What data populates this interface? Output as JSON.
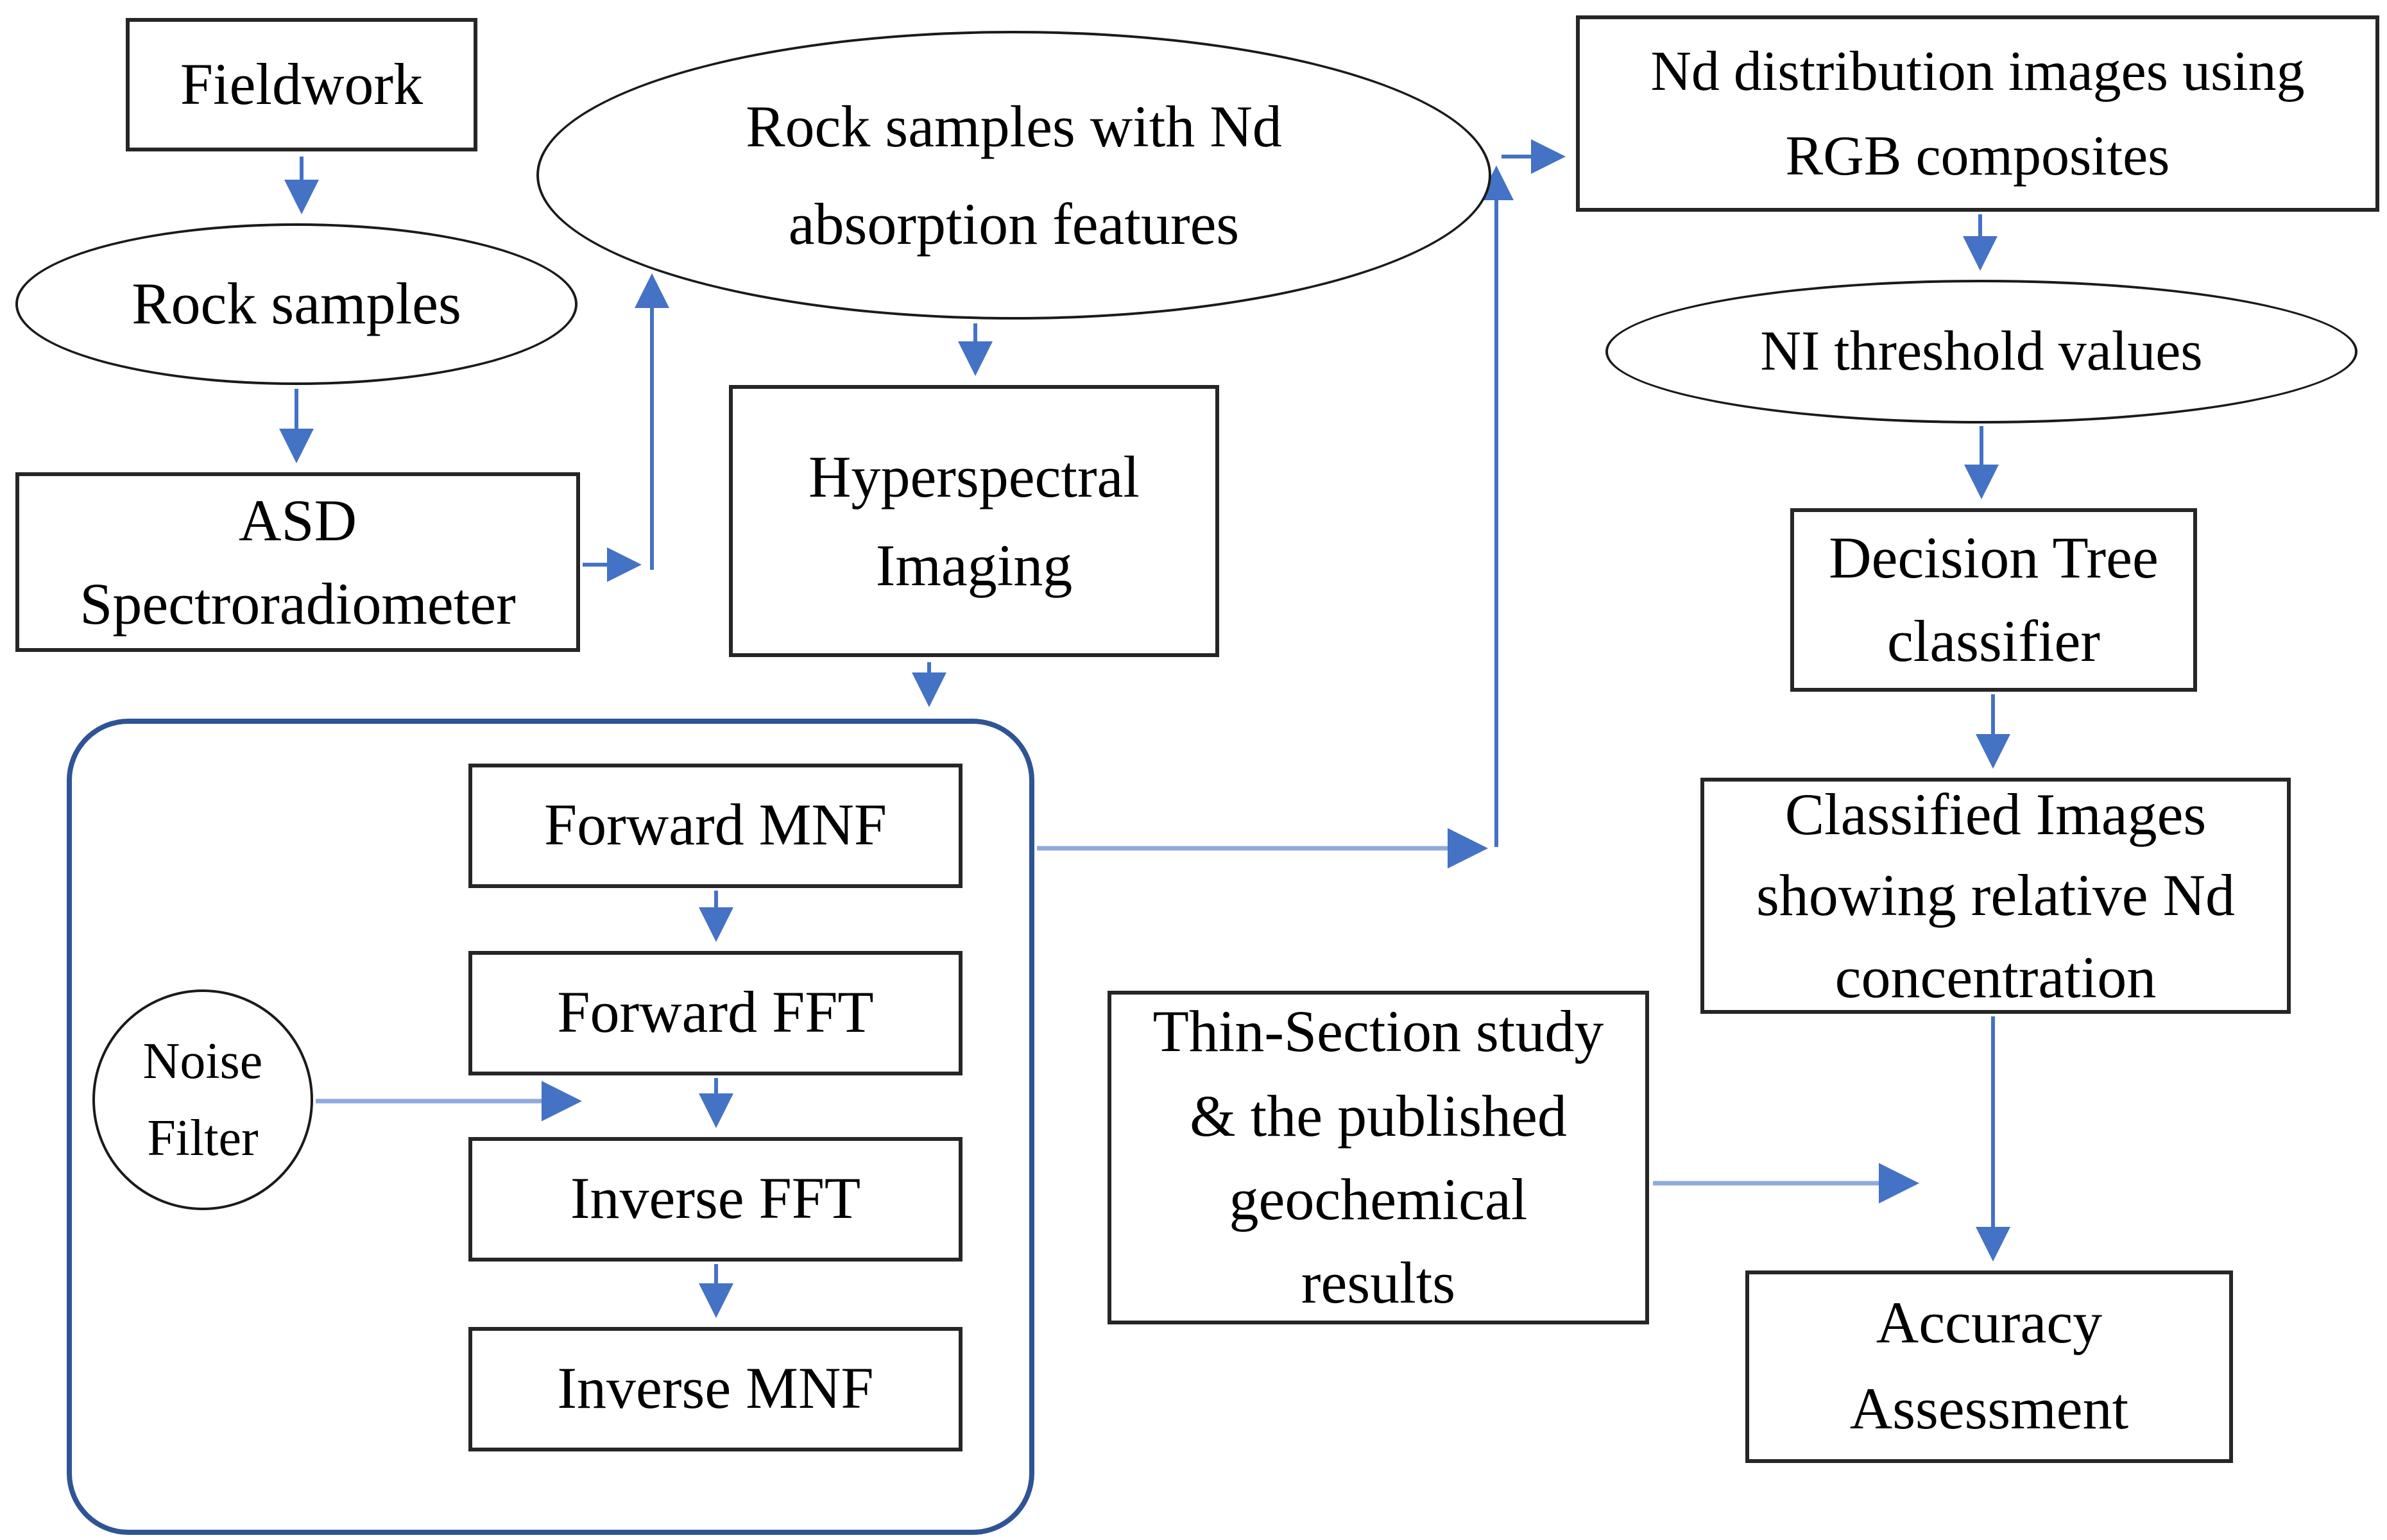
{
  "title": "Workflow flowchart for Nd mapping with hyperspectral imaging",
  "colors": {
    "arrow": "#4472C4",
    "arrow-light": "#8FAADC",
    "container-border": "#2F5496",
    "box-border": "#262626",
    "text": "#000000",
    "bg": "#FFFFFF"
  },
  "nodes": {
    "fieldwork": {
      "label": "Fieldwork",
      "shape": "rect"
    },
    "rock_samples": {
      "label": "Rock samples",
      "shape": "ellipse"
    },
    "asd": {
      "label": "ASD\nSpectroradiometer",
      "shape": "rect"
    },
    "nd_ellipse": {
      "label": "Rock samples with Nd\nabsorption features",
      "shape": "ellipse"
    },
    "hyperspectral": {
      "label": "Hyperspectral\nImaging",
      "shape": "rect"
    },
    "forward_mnf": {
      "label": "Forward MNF",
      "shape": "rect"
    },
    "forward_fft": {
      "label": "Forward FFT",
      "shape": "rect"
    },
    "inverse_fft": {
      "label": "Inverse FFT",
      "shape": "rect"
    },
    "inverse_mnf": {
      "label": "Inverse MNF",
      "shape": "rect"
    },
    "noise_filter": {
      "label": "Noise\nFilter",
      "shape": "circle"
    },
    "nd_distribution": {
      "label": "Nd distribution images using\nRGB composites",
      "shape": "rect"
    },
    "ni_threshold": {
      "label": "NI threshold values",
      "shape": "ellipse"
    },
    "decision_tree": {
      "label": "Decision Tree\nclassifier",
      "shape": "rect"
    },
    "classified": {
      "label": "Classified Images\nshowing relative Nd\nconcentration",
      "shape": "rect"
    },
    "thin_section": {
      "label": "Thin-Section study\n& the published\ngeochemical\nresults",
      "shape": "rect"
    },
    "accuracy": {
      "label": "Accuracy\nAssessment",
      "shape": "rect"
    }
  }
}
